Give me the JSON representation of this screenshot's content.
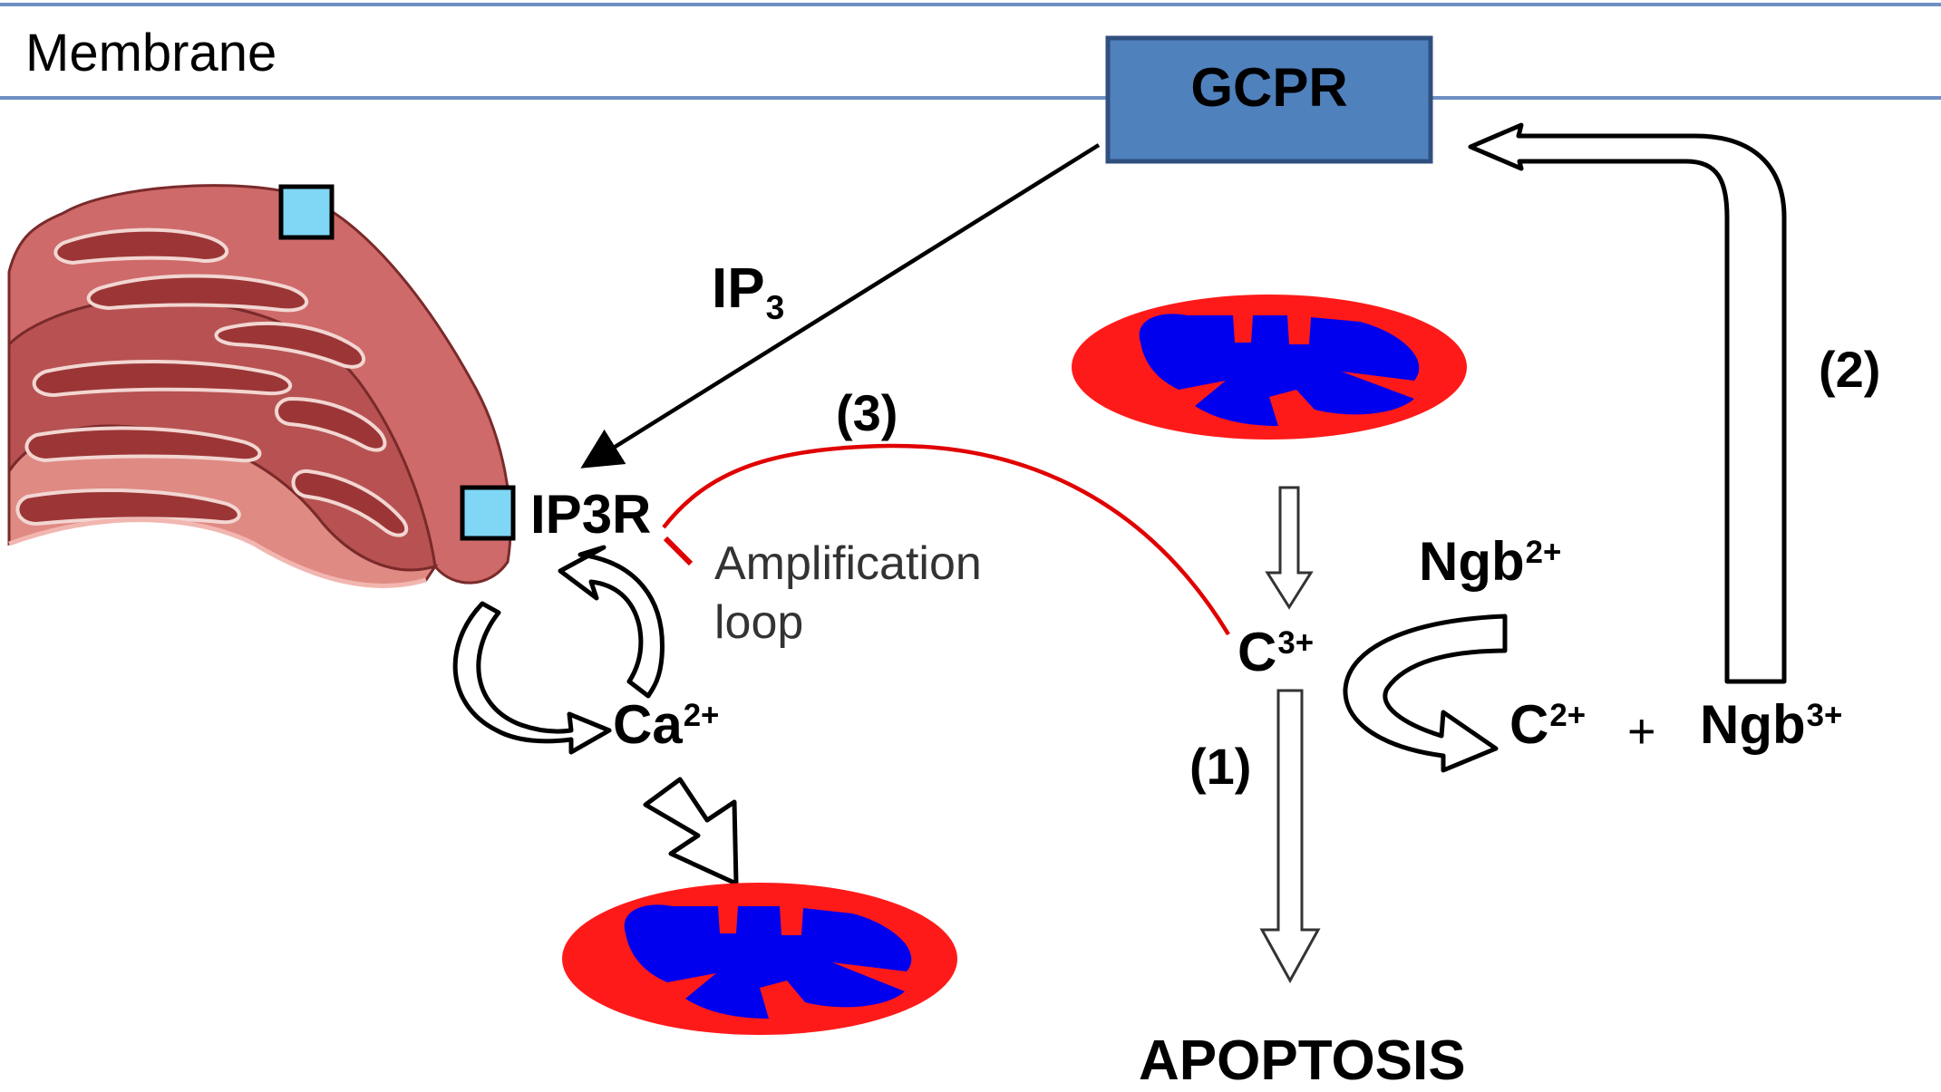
{
  "labels": {
    "membrane": "Membrane",
    "gcpr": "GCPR",
    "ip3_base": "IP",
    "ip3_sub": "3",
    "ip3r": "IP3R",
    "amplification_line1": "Amplification",
    "amplification_line2": "loop",
    "step3": "(3)",
    "step2": "(2)",
    "step1": "(1)",
    "ca_base": "Ca",
    "ca_sup": "2+",
    "c3_base": "C",
    "c3_sup": "3+",
    "ngb2_base": "Ngb",
    "ngb2_sup": "2+",
    "c2_base": "C",
    "c2_sup": "2+",
    "plus": "+",
    "ngb3_base": "Ngb",
    "ngb3_sup": "3+",
    "apoptosis": "APOPTOSIS"
  },
  "colors": {
    "membrane_line": "#6d8fc4",
    "gcpr_fill": "#4f81bd",
    "gcpr_border": "#2f4f7f",
    "inhibition_line": "#e00000",
    "mito_outer": "#ff1a1a",
    "mito_inner": "#0000ee",
    "er_fill": "#cf6a6a",
    "er_dark": "#9c3636",
    "er_light": "#f2b6b0",
    "receptor": "#7fd6f5"
  },
  "icons": [
    "endoplasmic-reticulum-icon",
    "mitochondrion-icon",
    "receptor-square-icon",
    "block-arrow-icon"
  ]
}
